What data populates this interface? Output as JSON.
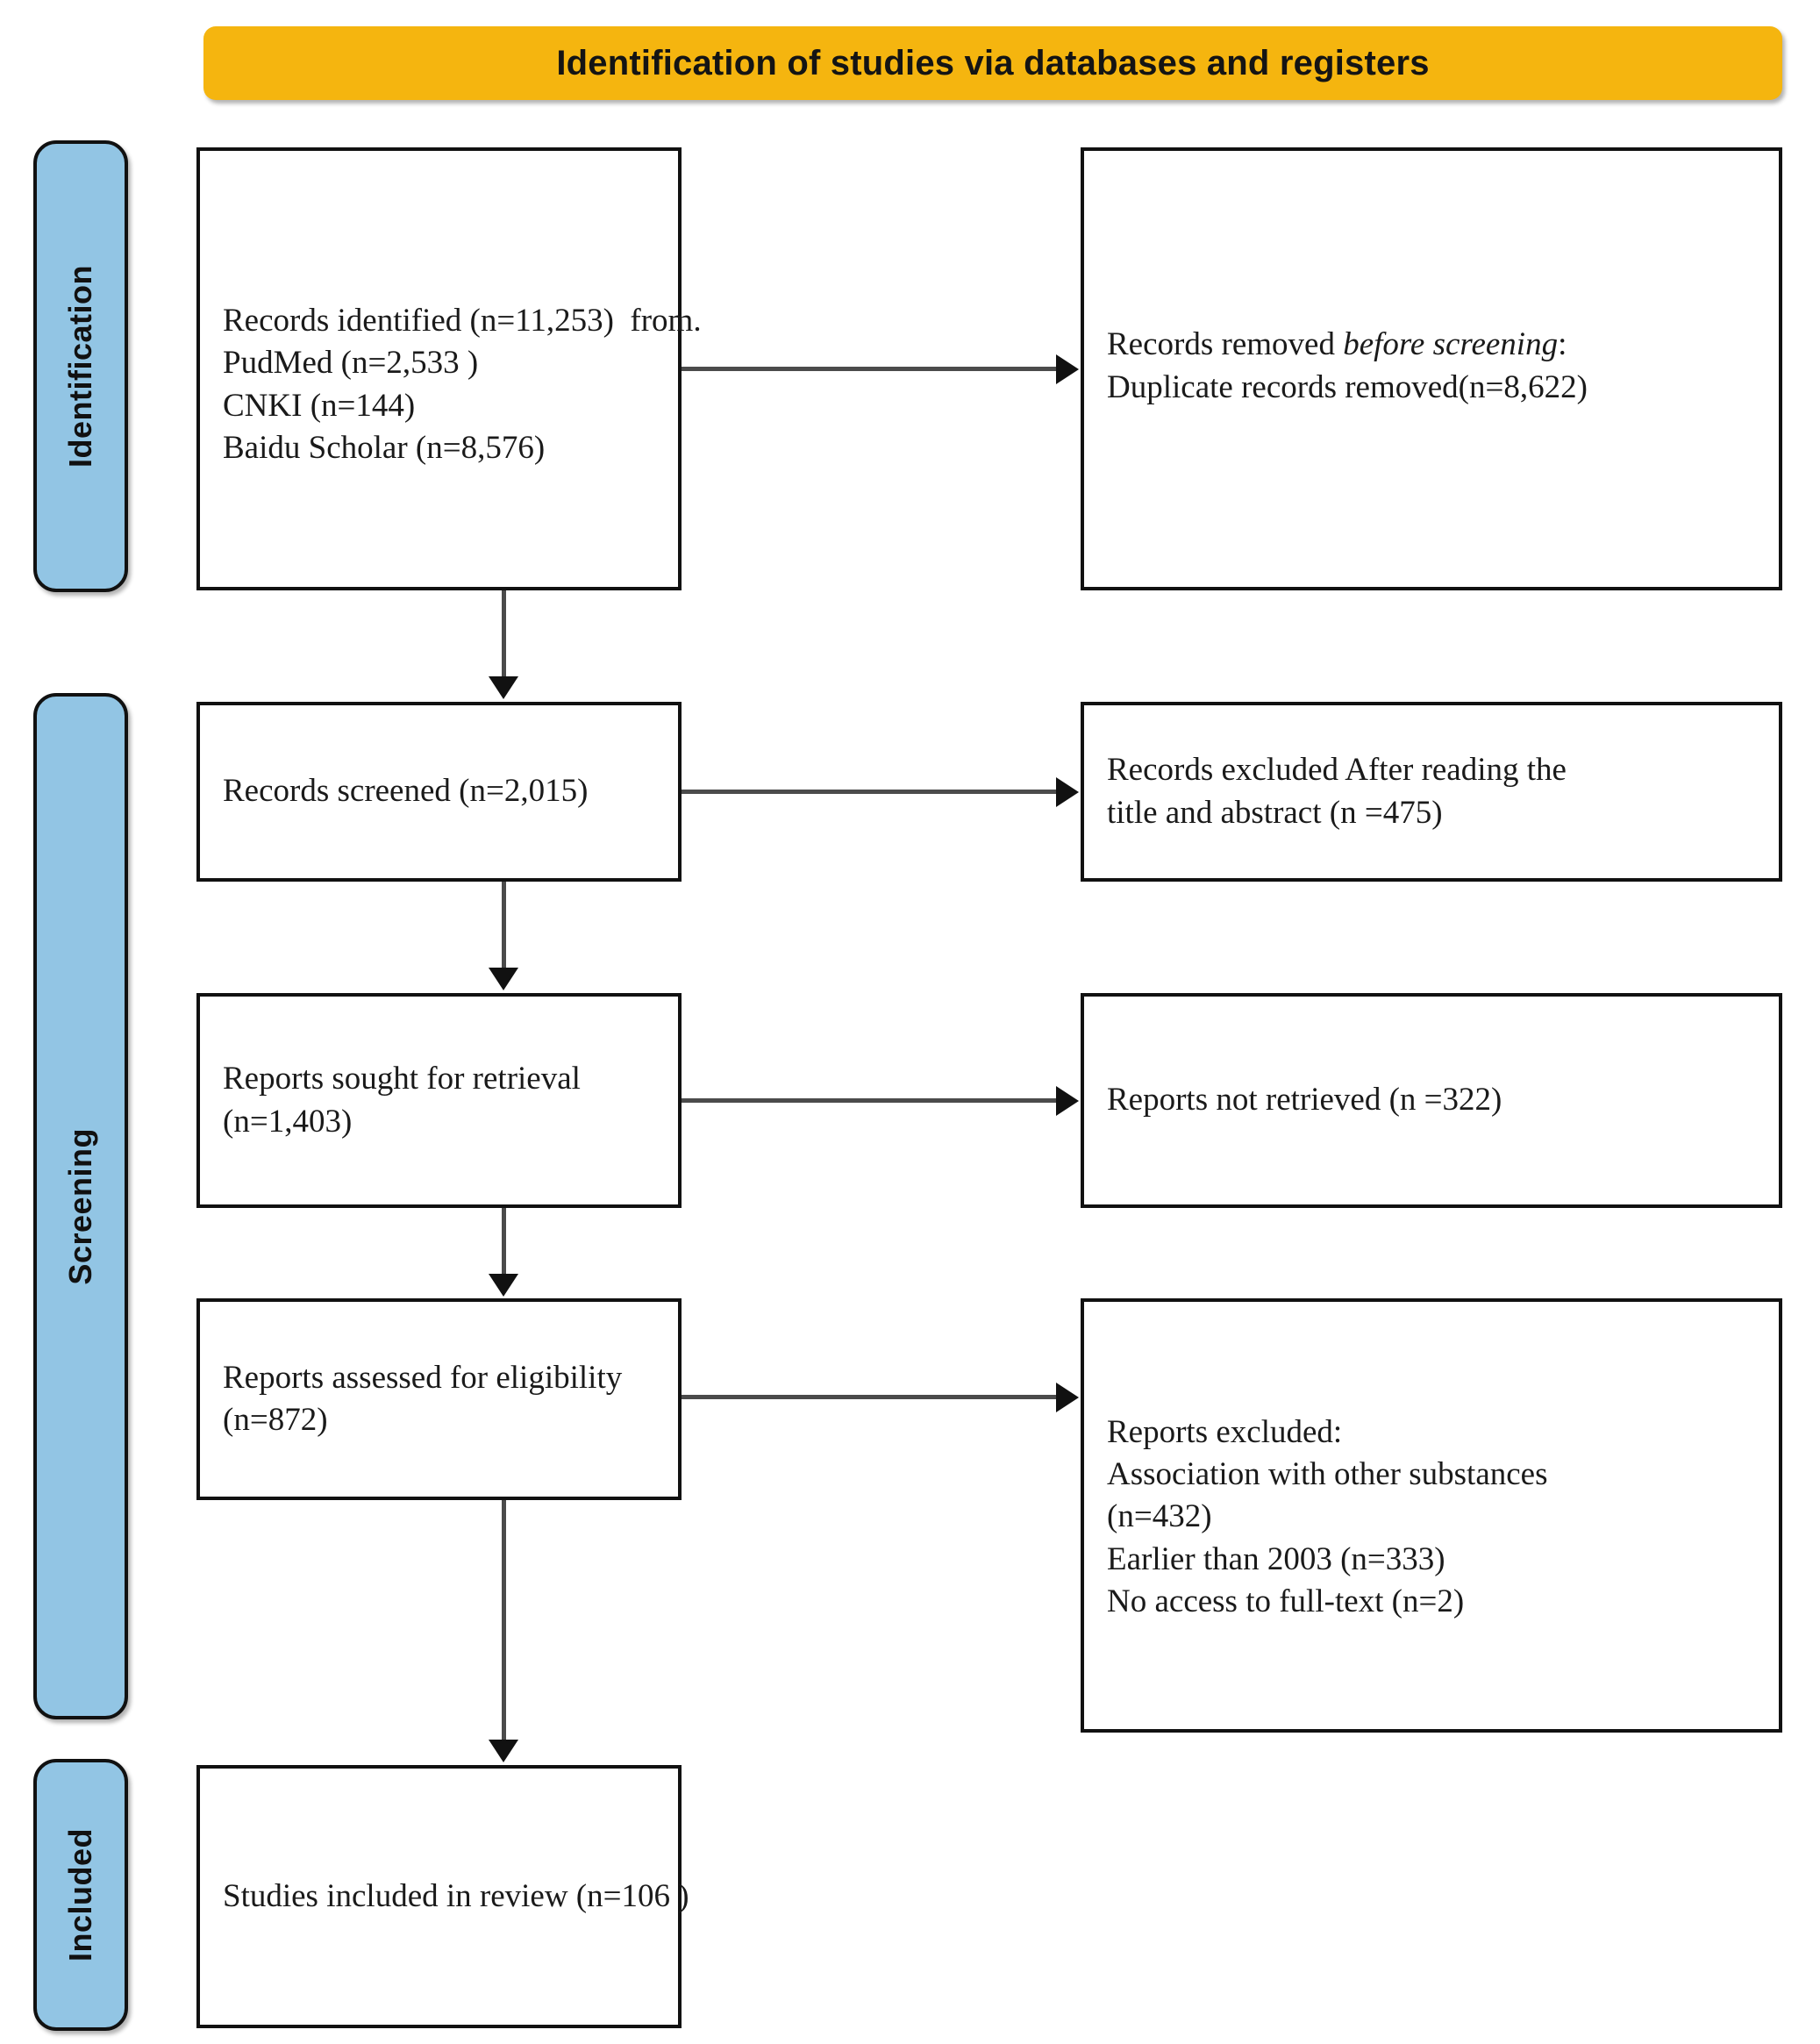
{
  "header": {
    "title": "Identification of studies via databases and registers",
    "background_color": "#F5B50F"
  },
  "stages": {
    "accent_color": "#92C5E4",
    "identification": "Identification",
    "screening": "Screening",
    "included": "Included"
  },
  "boxes": {
    "identified": {
      "line1": "Records identified (n=11,253)  from.",
      "line2": "PudMed (n=2,533 )",
      "line3": "CNKI (n=144)",
      "line4": "Baidu Scholar (n=8,576)"
    },
    "removed": {
      "line1_prefix": "Records removed ",
      "line1_italic": "before screening",
      "line1_suffix": ":",
      "line2": "Duplicate records removed(n=8,622)"
    },
    "screened": {
      "line1": "Records screened (n=2,015)"
    },
    "excluded_title_abstract": {
      "line1": "Records excluded After reading the",
      "line2": "title and abstract (n =475)"
    },
    "sought": {
      "line1": "Reports sought for retrieval",
      "line2": "(n=1,403)"
    },
    "not_retrieved": {
      "line1": "Reports not retrieved (n =322)"
    },
    "assessed": {
      "line1": "Reports assessed for eligibility",
      "line2": "(n=872)"
    },
    "reports_excluded": {
      "line1": "Reports excluded:",
      "line2": "Association with other substances",
      "line3": "(n=432)",
      "line4": "Earlier than 2003 (n=333)",
      "line5": "No access to full-text (n=2)"
    },
    "included": {
      "line1": "Studies included in review (n=106 )"
    }
  },
  "chart_data": {
    "type": "diagram",
    "title": "Identification of studies via databases and registers",
    "flow": "PRISMA 2020 study selection flow diagram",
    "stages": [
      {
        "stage": "Identification",
        "included_node": {
          "label": "Records identified from databases",
          "total": 11253,
          "sources": [
            {
              "name": "PudMed",
              "n": 2533
            },
            {
              "name": "CNKI",
              "n": 144
            },
            {
              "name": "Baidu Scholar",
              "n": 8576
            }
          ]
        },
        "excluded_node": {
          "label": "Records removed before screening: Duplicate records removed",
          "n": 8622
        }
      },
      {
        "stage": "Screening",
        "included_node": {
          "label": "Records screened",
          "n": 2015
        },
        "excluded_node": {
          "label": "Records excluded After reading the title and abstract",
          "n": 475
        }
      },
      {
        "stage": "Screening",
        "included_node": {
          "label": "Reports sought for retrieval",
          "n": 1403
        },
        "excluded_node": {
          "label": "Reports not retrieved",
          "n": 322
        }
      },
      {
        "stage": "Screening",
        "included_node": {
          "label": "Reports assessed for eligibility",
          "n": 872
        },
        "excluded_node": {
          "label": "Reports excluded",
          "reasons": [
            {
              "reason": "Association with other substances",
              "n": 432
            },
            {
              "reason": "Earlier than 2003",
              "n": 333
            },
            {
              "reason": "No access to full-text",
              "n": 2
            }
          ]
        }
      },
      {
        "stage": "Included",
        "included_node": {
          "label": "Studies included in review",
          "n": 106
        }
      }
    ]
  }
}
